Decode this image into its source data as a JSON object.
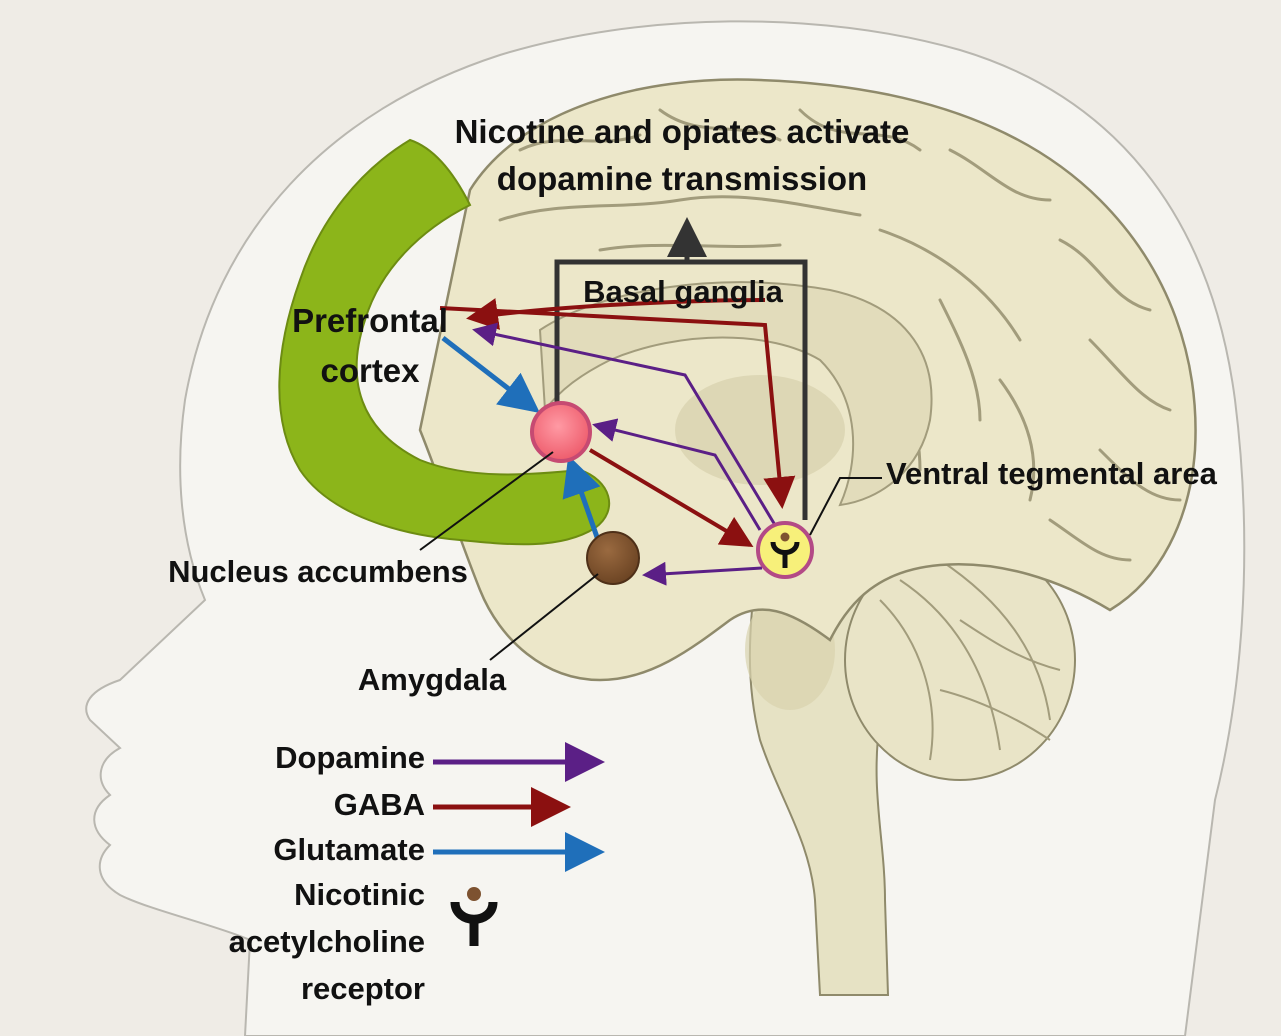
{
  "title": {
    "line1": "Nicotine and opiates activate",
    "line2": "dopamine transmission"
  },
  "regions": {
    "basal_ganglia": "Basal ganglia",
    "prefrontal_line1": "Prefrontal",
    "prefrontal_line2": "cortex",
    "ventral_tegmental_area": "Ventral tegmental area",
    "nucleus_accumbens": "Nucleus accumbens",
    "amygdala": "Amygdala"
  },
  "legend": {
    "dopamine": "Dopamine",
    "gaba": "GABA",
    "glutamate": "Glutamate",
    "receptor_line1": "Nicotinic",
    "receptor_line2": "acetylcholine",
    "receptor_line3": "receptor"
  },
  "colors": {
    "background": "#efece6",
    "head": "#f6f5f1",
    "brain": "#ece7c9",
    "brain_dark": "#d8d1ad",
    "prefrontal": "#8cb51a",
    "dopamine": "#5b1f86",
    "gaba": "#8b1010",
    "glutamate": "#1f6fba",
    "nucleus_accumbens": "#f27280",
    "amygdala": "#7d5230",
    "vta": "#f7f07a",
    "receptor": "#111111",
    "receptor_dot": "#7d5230",
    "basal_box": "#333333"
  }
}
